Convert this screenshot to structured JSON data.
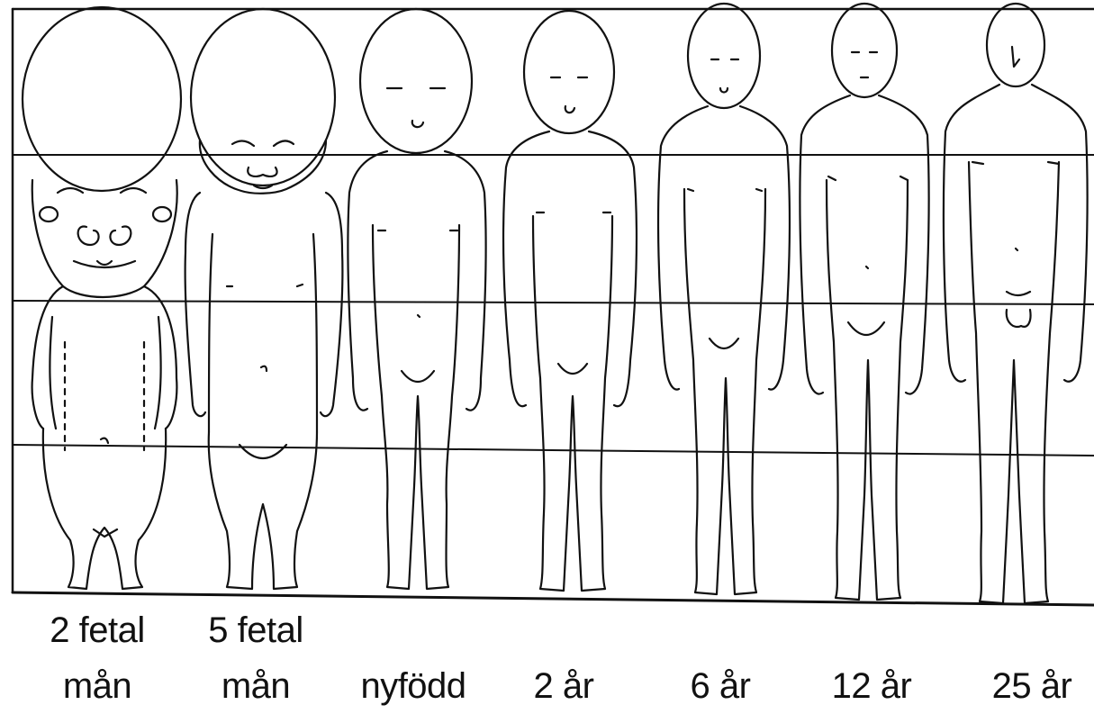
{
  "figures": [
    {
      "id": "fetal2",
      "label_top": "2 fetal",
      "label_bottom": "mån"
    },
    {
      "id": "fetal5",
      "label_top": "5 fetal",
      "label_bottom": "mån"
    },
    {
      "id": "newborn",
      "label_top": "",
      "label_bottom": "nyfödd"
    },
    {
      "id": "age2",
      "label_top": "",
      "label_bottom": "2 år"
    },
    {
      "id": "age6",
      "label_top": "",
      "label_bottom": "6 år"
    },
    {
      "id": "age12",
      "label_top": "",
      "label_bottom": "12 år"
    },
    {
      "id": "age25",
      "label_top": "",
      "label_bottom": "25 år"
    }
  ],
  "colors": {
    "ink": "#111111",
    "background": "#ffffff"
  }
}
